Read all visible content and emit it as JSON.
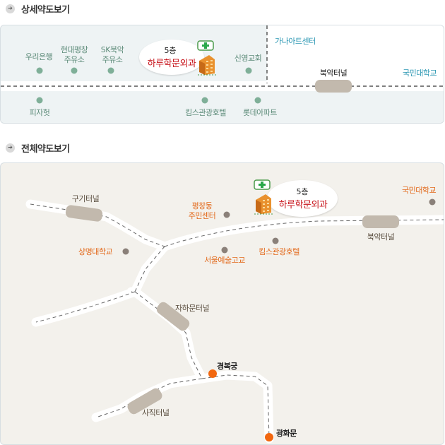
{
  "detail_section": {
    "title": "상세약도보기"
  },
  "overview_section": {
    "title": "전체약도보기"
  },
  "detail_map": {
    "clinic_floor": "5층",
    "clinic_name": "하루학문외과",
    "places": {
      "woori_bank": "우리은행",
      "hyundai_gas_1": "현대평창",
      "hyundai_gas_2": "주유소",
      "sk_gas_1": "SK북악",
      "sk_gas_2": "주유소",
      "sinyoung_church": "신영교회",
      "ganait_center": "가나아트센터",
      "kookmin_univ": "국민대학교",
      "bukak_tunnel": "북악터널",
      "pizza_hut": "피자헛",
      "kings_hotel": "킴스관광호텔",
      "lotte_apt": "롯데아파트"
    }
  },
  "overview_map": {
    "clinic_floor": "5층",
    "clinic_name": "하루학문외과",
    "places": {
      "gugi_tunnel": "구기터널",
      "sangmyung_univ": "상명대학교",
      "pyeongchang_center_1": "평창동",
      "pyeongchang_center_2": "주민센터",
      "seoul_arts_hs": "서울예술고교",
      "kings_hotel": "킴스관광호텔",
      "kookmin_univ": "국민대학교",
      "bukak_tunnel": "북악터널",
      "jaha_tunnel": "자하문터널",
      "gyeongbokgung": "경복궁",
      "sajik_tunnel": "사직터널",
      "gwanghwamun": "광화문"
    }
  },
  "colors": {
    "label_green": "#5e8c7a",
    "label_teal": "#2b97b3",
    "label_orange": "#e36a1c",
    "clinic_red": "#c8161d",
    "tunnel": "#c2b9ad",
    "poi_orange": "#f2670f"
  },
  "icons": [
    "circle-arrow-icon",
    "hospital-building-icon",
    "map-pin-icon"
  ]
}
